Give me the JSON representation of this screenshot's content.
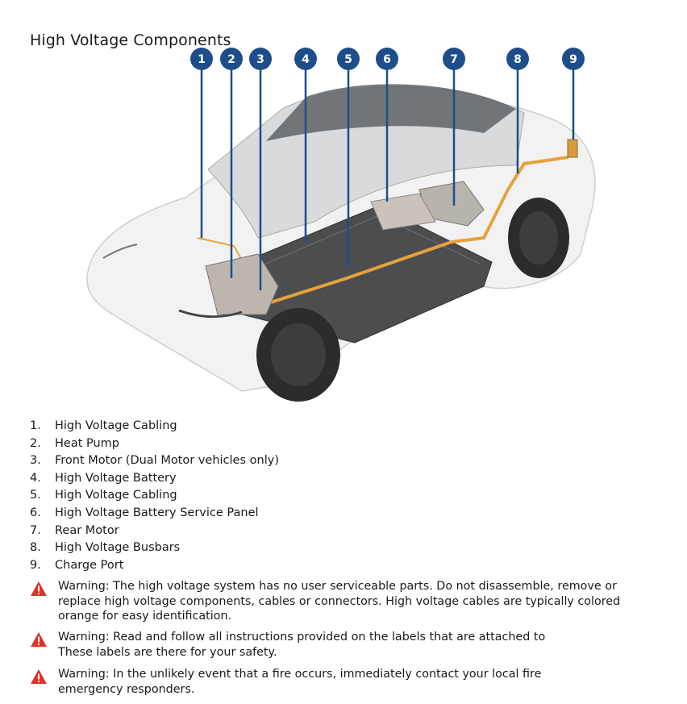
{
  "title": "High Voltage Components",
  "callouts": [
    "1",
    "2",
    "3",
    "4",
    "5",
    "6",
    "7",
    "8",
    "9"
  ],
  "components": [
    {
      "num": "1.",
      "label": "High Voltage Cabling"
    },
    {
      "num": "2.",
      "label": "Heat Pump"
    },
    {
      "num": "3.",
      "label": "Front Motor (Dual Motor vehicles only)"
    },
    {
      "num": "4.",
      "label": "High Voltage Battery"
    },
    {
      "num": "5.",
      "label": "High Voltage Cabling"
    },
    {
      "num": "6.",
      "label": "High Voltage Battery Service Panel"
    },
    {
      "num": "7.",
      "label": "Rear Motor"
    },
    {
      "num": "8.",
      "label": "High Voltage Busbars"
    },
    {
      "num": "9.",
      "label": "Charge Port"
    }
  ],
  "warnings": [
    {
      "prefix": "Warning:",
      "text": " The high voltage system has no user serviceable parts. Do not disassemble, remove or replace high voltage components, cables or connectors. High voltage cables are typically colored orange for easy identification."
    },
    {
      "prefix": "Warning:",
      "text": " Read and follow all instructions provided on the labels that are attached to These labels are there for your safety."
    },
    {
      "prefix": "Warning:",
      "text": " In the unlikely event that a fire occurs, immediately contact your local fire emergency responders."
    }
  ],
  "colors": {
    "callout": "#1d4e8a",
    "hv_orange": "#e6a23c",
    "warning_red": "#d9342b"
  }
}
